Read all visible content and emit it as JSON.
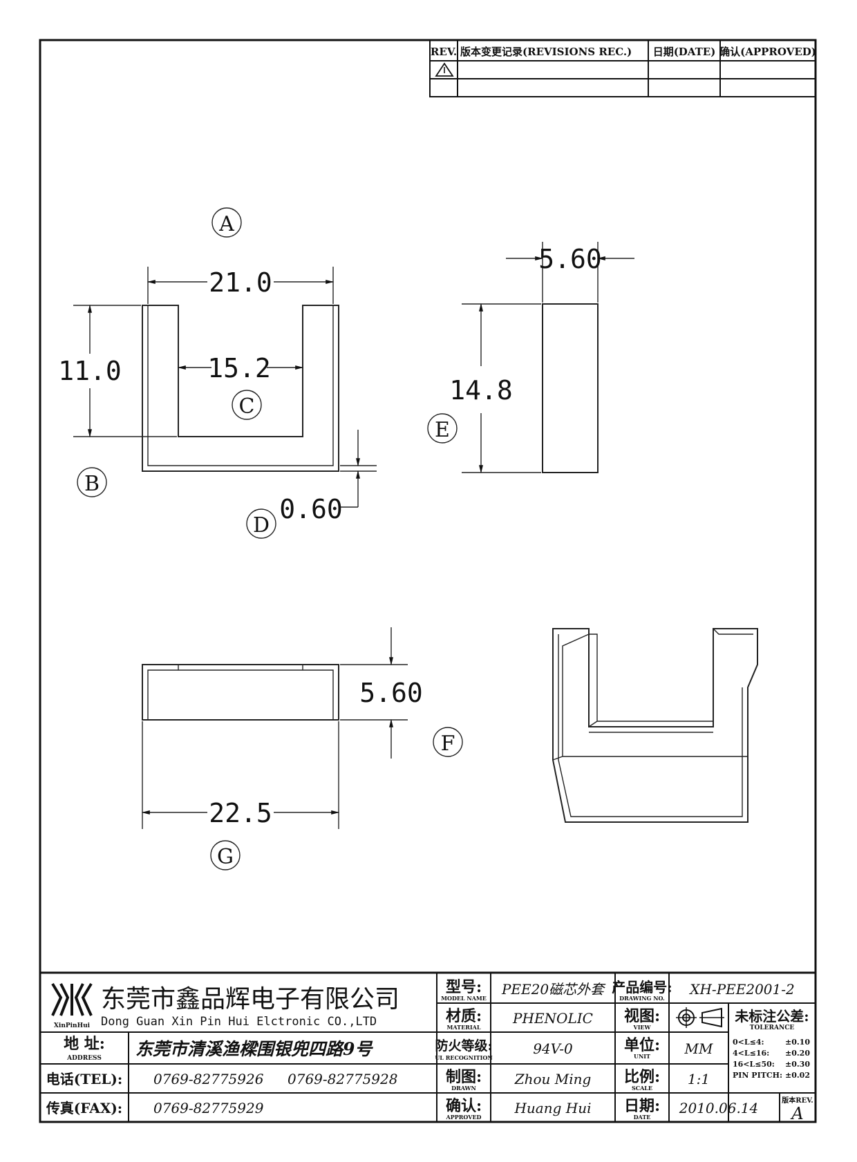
{
  "revisions": {
    "headers": {
      "rev": "REV.",
      "record": "版本变更记录(REVISIONS REC.)",
      "date": "日期(DATE)",
      "approved": "确认(APPROVED)"
    }
  },
  "views": {
    "front": {
      "callout": "A",
      "width": "21.0",
      "inner": "15.2",
      "height": "11.0",
      "wall": "0.60",
      "callout_b": "B",
      "callout_c": "C",
      "callout_d": "D"
    },
    "side": {
      "thickness": "5.60",
      "height": "14.8",
      "callout": "E"
    },
    "bottom": {
      "depth": "5.60",
      "length": "22.5",
      "callout_f": "F",
      "callout_g": "G"
    }
  },
  "title_block": {
    "company_cn": "东莞市鑫品辉电子有限公司",
    "company_en": "Dong Guan Xin Pin Hui Elctronic CO.,LTD",
    "logo_text": "XinPinHui",
    "address_label_cn": "地 址:",
    "address_label_en": "ADDRESS",
    "address": "东莞市清溪渔樑围银兜四路9号",
    "tel_label": "电话(TEL):",
    "tel_1": "0769-82775926",
    "tel_2": "0769-82775928",
    "fax_label": "传真(FAX):",
    "fax": "0769-82775929",
    "model_label_cn": "型号:",
    "model_label_en": "MODEL NAME",
    "model": "PEE20磁芯外套",
    "material_label_cn": "材质:",
    "material_label_en": "MATERIAL",
    "material": "PHENOLIC",
    "ul_label_cn": "防火等级:",
    "ul_label_en": "UL RECOGNITION",
    "ul": "94V-0",
    "drawn_label_cn": "制图:",
    "drawn_label_en": "DRAWN",
    "drawn": "Zhou Ming",
    "approved_label_cn": "确认:",
    "approved_label_en": "APPROVED",
    "approved": "Huang Hui",
    "drawing_no_label_cn": "产品编号:",
    "drawing_no_label_en": "DRAWING NO.",
    "drawing_no": "XH-PEE2001-2",
    "view_label_cn": "视图:",
    "view_label_en": "VIEW",
    "unit_label_cn": "单位:",
    "unit_label_en": "UNIT",
    "unit": "MM",
    "scale_label_cn": "比例:",
    "scale_label_en": "SCALE",
    "scale": "1:1",
    "date_label_cn": "日期:",
    "date_label_en": "DATE",
    "date": "2010.06.14",
    "tolerance_label_cn": "未标注公差:",
    "tolerance_label_en": "TOLERANCE",
    "tolerances": [
      {
        "range": "0<L≤4:",
        "value": "±0.10"
      },
      {
        "range": "4<L≤16:",
        "value": "±0.20"
      },
      {
        "range": "16<L≤50:",
        "value": "±0.30"
      },
      {
        "range": "PIN PITCH:",
        "value": "±0.02"
      }
    ],
    "rev_label": "版本REV.",
    "rev": "A"
  }
}
